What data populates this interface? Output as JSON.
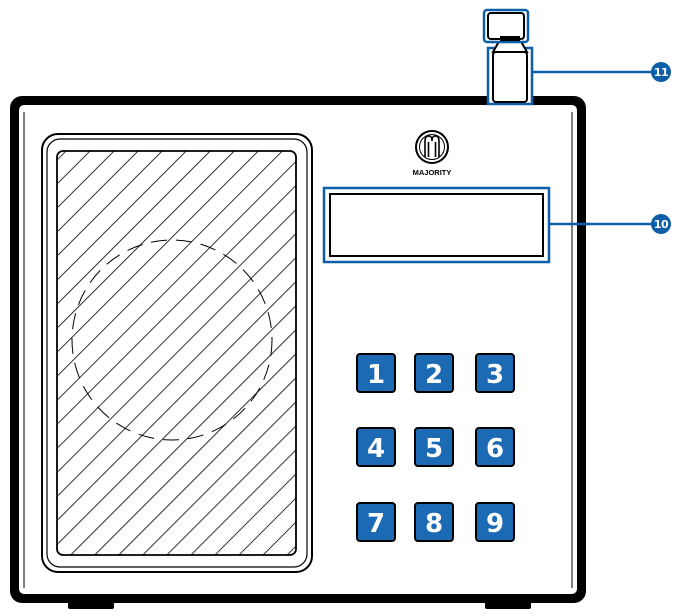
{
  "brand": {
    "name": "MAJORITY"
  },
  "colors": {
    "callout": "#0f5fa8",
    "preset_button": "#1b6ab3",
    "outline": "#000000",
    "background": "#ffffff"
  },
  "callouts": [
    {
      "id": "antenna",
      "number": "11"
    },
    {
      "id": "display",
      "number": "10"
    }
  ],
  "preset_buttons": [
    "1",
    "2",
    "3",
    "4",
    "5",
    "6",
    "7",
    "8",
    "9"
  ]
}
